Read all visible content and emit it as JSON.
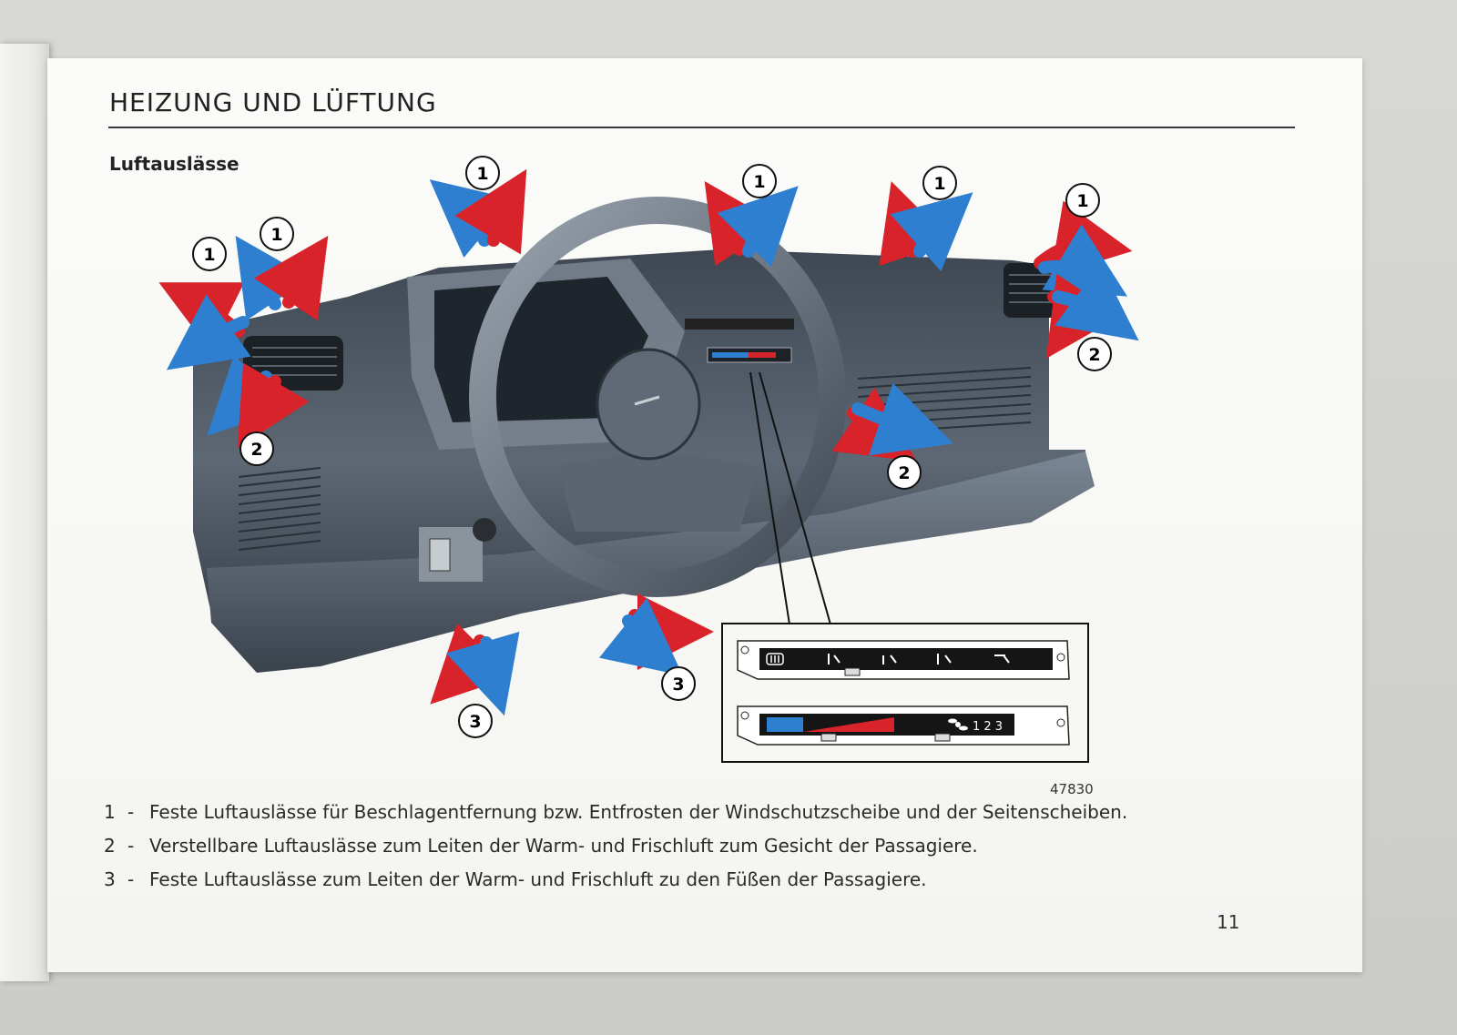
{
  "page": {
    "section_title": "HEIZUNG UND LÜFTUNG",
    "subtitle": "Luftauslässe",
    "figure_number": "47830",
    "page_number": "11"
  },
  "callouts": {
    "defrost": "1",
    "adjustable": "2",
    "footwell": "3"
  },
  "control_panel": {
    "fan_speeds": "1 2 3",
    "icons": [
      "rear-window-heater-icon",
      "air-up-down-icon",
      "air-down-icon",
      "air-face-feet-icon",
      "recirculation-icon",
      "fan-icon"
    ]
  },
  "legend": [
    {
      "number": "1",
      "dash": "-",
      "text": "Feste Luftauslässe für Beschlagentfernung bzw. Entfrosten der Windschutzscheibe und der Seitenscheiben."
    },
    {
      "number": "2",
      "dash": "-",
      "text": "Verstellbare Luftauslässe zum Leiten der Warm- und Frischluft zum Gesicht der Passagiere."
    },
    {
      "number": "3",
      "dash": "-",
      "text": "Feste Luftauslässe zum Leiten der Warm- und Frischluft zu den Füßen der Passagiere."
    }
  ],
  "colors": {
    "warm_air": "#d8232a",
    "fresh_air": "#2f7fd0",
    "dashboard": "#4b5663"
  }
}
